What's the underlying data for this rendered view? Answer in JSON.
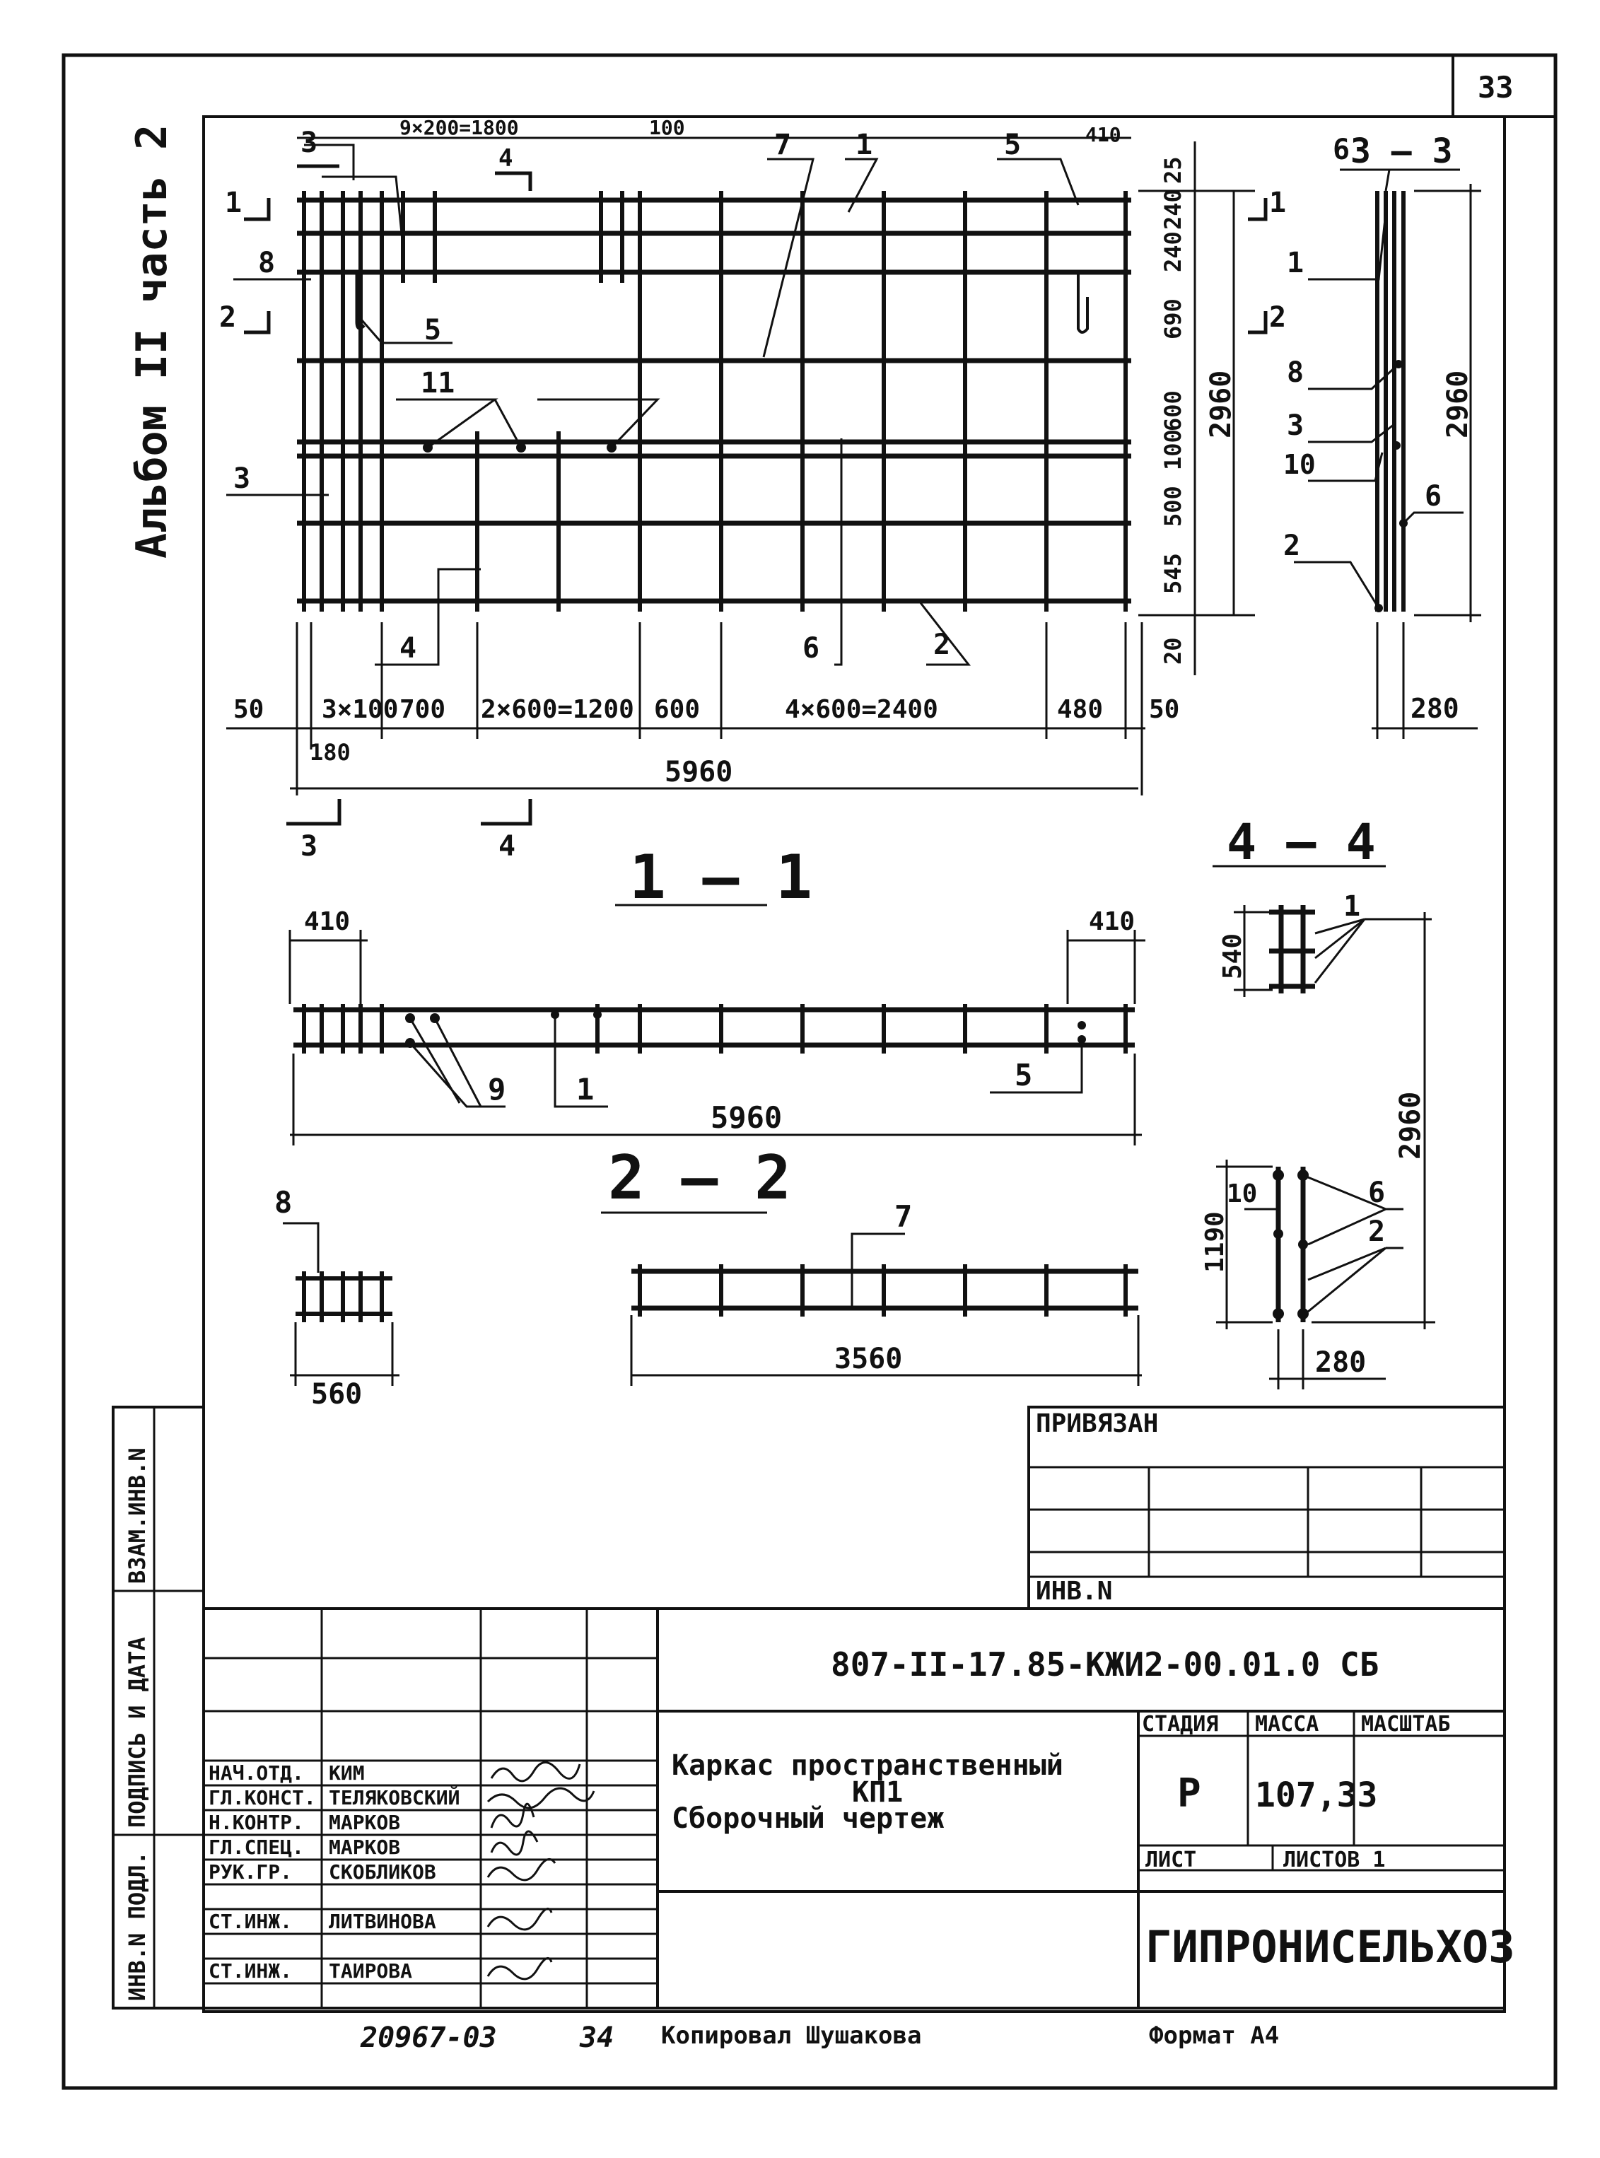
{
  "sheet": {
    "page_number": "33",
    "album_label": "Альбом II часть 2",
    "footer_left_number": "20967-03",
    "footer_page": "34",
    "footer_copied": "Копировал Шушакова",
    "footer_format": "Формат А4"
  },
  "plan_view": {
    "top_dims": [
      "9×200=1800",
      "100",
      "410"
    ],
    "bottom_dims": [
      "50",
      "3×100",
      "700",
      "2×600=1200",
      "600",
      "4×600=2400",
      "480",
      "50",
      "180"
    ],
    "overall_width": "5960",
    "right_dims": [
      "25",
      "240",
      "240",
      "690",
      "600",
      "100",
      "500",
      "545",
      "20"
    ],
    "overall_height": "2960",
    "callouts": [
      "3",
      "7",
      "1",
      "5",
      "8",
      "5",
      "11",
      "3",
      "4",
      "6",
      "2"
    ],
    "section_marks": [
      "1",
      "1",
      "2",
      "2",
      "3",
      "3",
      "4",
      "4"
    ]
  },
  "section_3_3": {
    "title": "3 – 3",
    "callouts": [
      "6",
      "1",
      "8",
      "3",
      "10",
      "6",
      "2"
    ],
    "dims": [
      "2960",
      "280"
    ]
  },
  "section_1_1": {
    "title": "1 – 1",
    "dims": [
      "410",
      "410",
      "5960"
    ],
    "callouts": [
      "9",
      "1",
      "5"
    ]
  },
  "section_4_4": {
    "title": "4 – 4",
    "dims": [
      "540",
      "1190",
      "2960",
      "280"
    ],
    "callouts": [
      "1",
      "10",
      "6",
      "2"
    ]
  },
  "section_2_2": {
    "title": "2 – 2",
    "dims": [
      "560",
      "3560"
    ],
    "callouts": [
      "8",
      "7"
    ]
  },
  "title_block": {
    "privyazan": "ПРИВЯЗАН",
    "inv_n": "ИНВ.N",
    "doc_code": "807-II-17.85-КЖИ2-00.01.0 СБ",
    "name_line1": "Каркас пространственный",
    "name_line2": "КП1",
    "name_line3": "Сборочный чертеж",
    "stage_label": "СТАДИЯ",
    "mass_label": "МАССА",
    "scale_label": "МАСШТАБ",
    "stage_value": "Р",
    "mass_value": "107,33",
    "sheet_label": "ЛИСТ",
    "sheets_label": "ЛИСТОВ 1",
    "org": "ГИПРОНИСЕЛЬХОЗ",
    "side_stamp": [
      "ИНВ.N ПОДЛ.",
      "ПОДПИСЬ И ДАТА",
      "ВЗАМ.ИНВ.N"
    ],
    "staff": [
      {
        "role": "НАЧ.ОТД.",
        "name": "КИМ"
      },
      {
        "role": "ГЛ.КОНСТ.",
        "name": "ТЕЛЯКОВСКИЙ"
      },
      {
        "role": "Н.КОНТР.",
        "name": "МАРКОВ"
      },
      {
        "role": "ГЛ.СПЕЦ.",
        "name": "МАРКОВ"
      },
      {
        "role": "РУК.ГР.",
        "name": "СКОБЛИКОВ"
      },
      {
        "role": "СТ.ИНЖ.",
        "name": "ЛИТВИНОВА"
      },
      {
        "role": "СТ.ИНЖ.",
        "name": "ТАИРОВА"
      }
    ]
  }
}
